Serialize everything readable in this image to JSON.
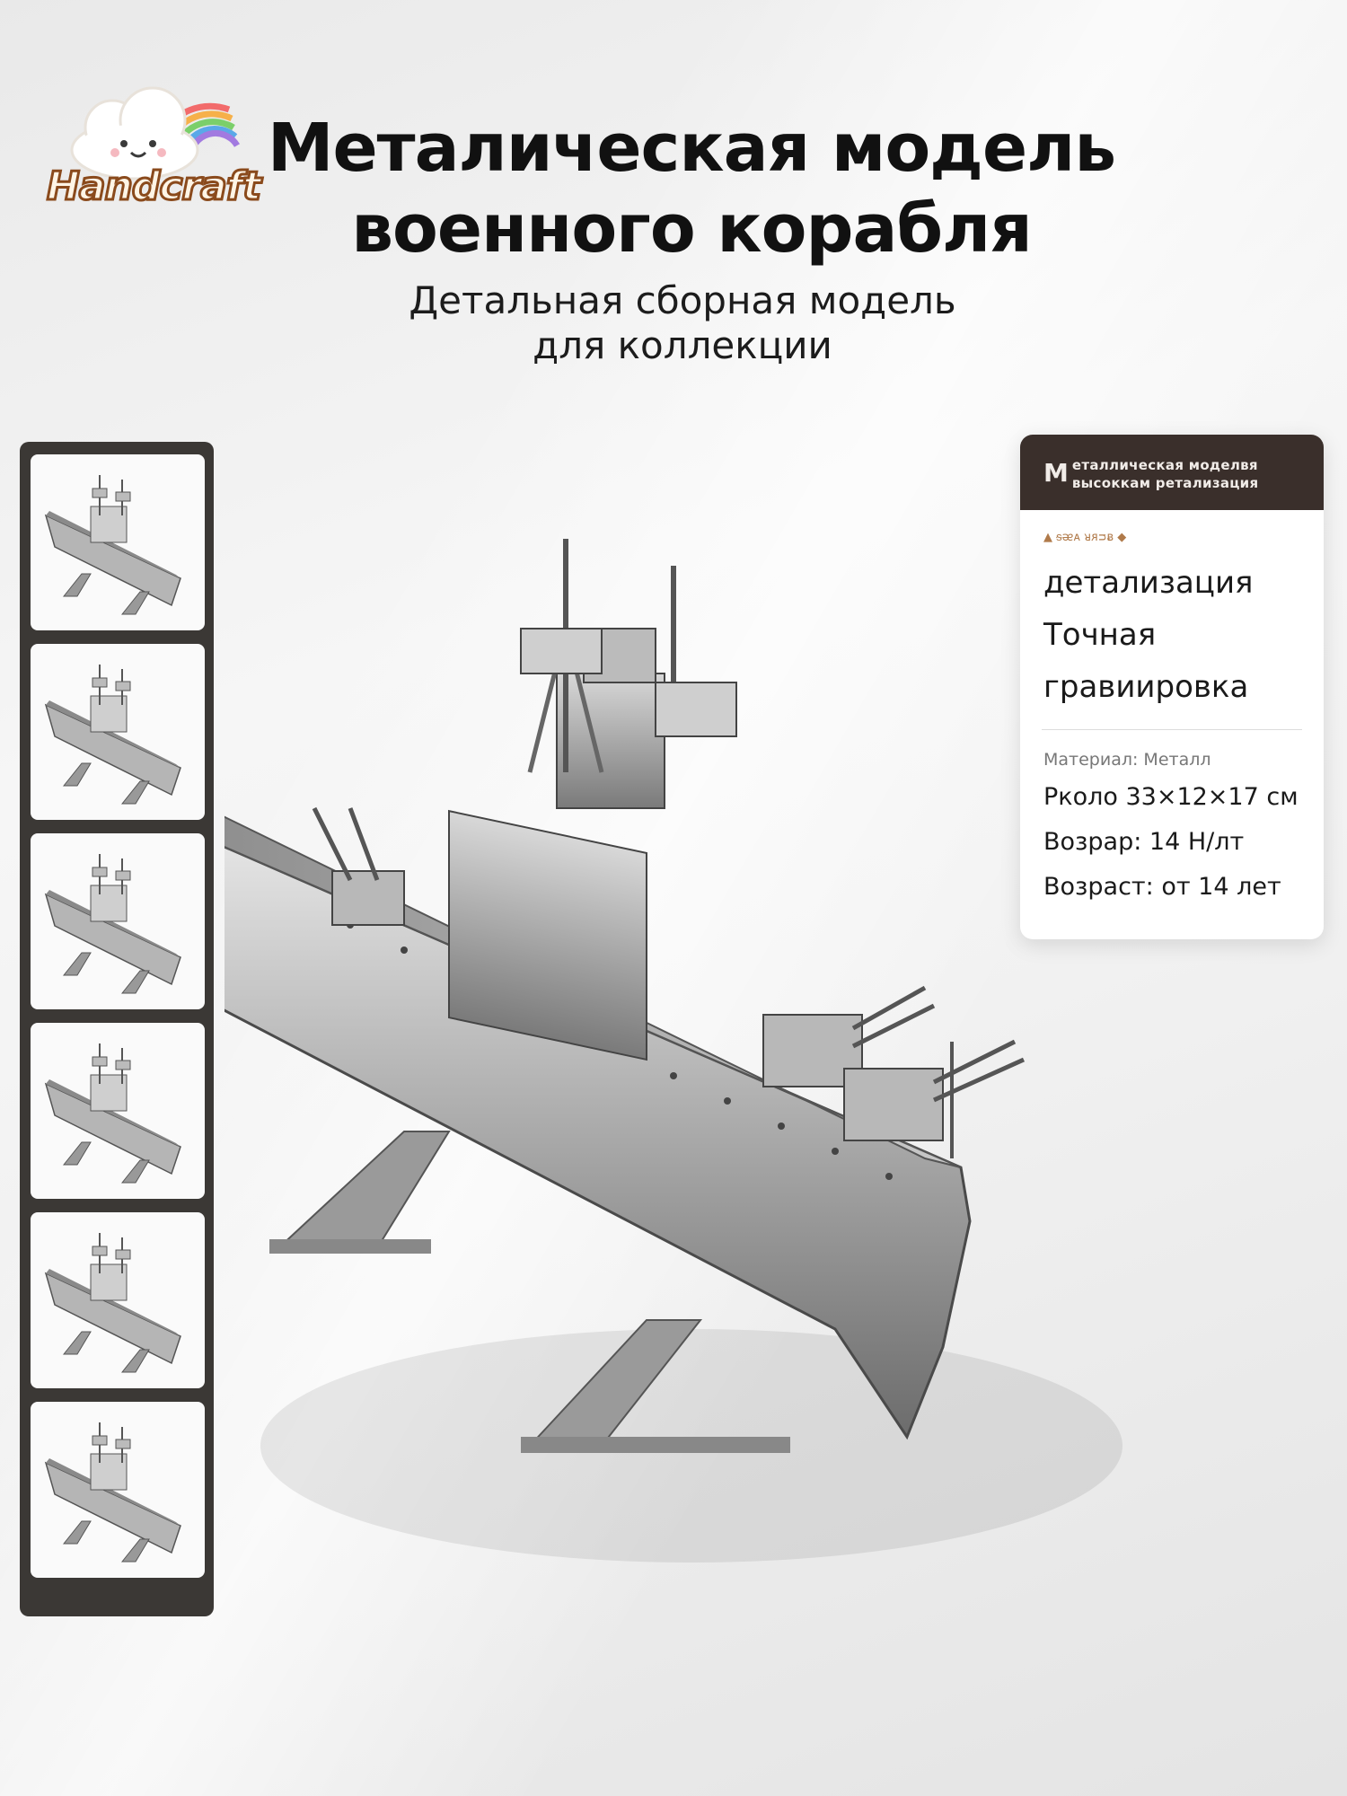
{
  "brand": {
    "logo_text": "Handcraft"
  },
  "headline": {
    "line1": "Металическая модель",
    "line2": "военного корабля"
  },
  "subhead": {
    "line1": "Детальная сборная модель",
    "line2": "для коллекции"
  },
  "thumbnails": {
    "count": 6
  },
  "spec_card": {
    "header_big": "М",
    "header_line1": "еталлическая моделвя",
    "header_line2": "высоккам ретализация",
    "tag": "▲ ᵴᴂᴀ ᴚᴙᴝᴃ ◆",
    "main_line1": "детализация",
    "main_line2": "Точная",
    "main_line3": "гравиировка",
    "material": "Материал: Металл",
    "size": "Рколо 33×12×17 см",
    "age_garbled": "Возрар: 14 Н/лт",
    "age": "Возраст: от 14 лет"
  },
  "colors": {
    "card_header": "#3a2f2b",
    "strip": "#3b3835",
    "accent": "#b07a4a"
  },
  "icons": {
    "logo": "cloud-rainbow-icon",
    "product": "battleship-model-icon"
  }
}
